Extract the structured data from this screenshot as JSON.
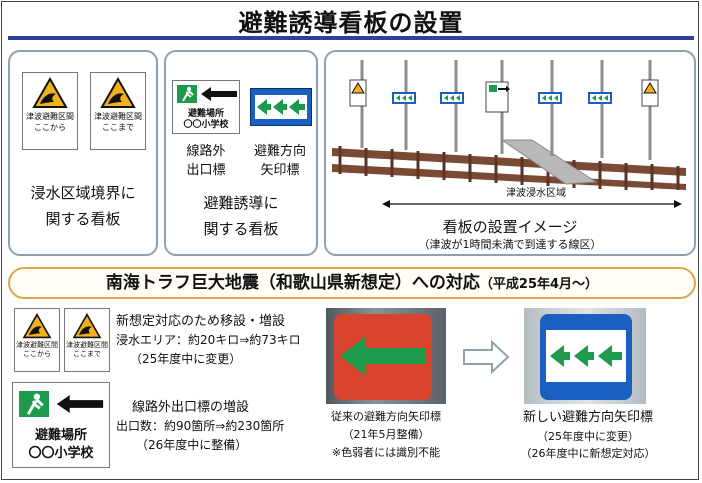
{
  "title": "避難誘導看板の設置",
  "panel1": {
    "sign1": {
      "line1": "津波避難区間",
      "line2": "ここから"
    },
    "sign2": {
      "line1": "津波避難区間",
      "line2": "ここまで"
    },
    "caption": [
      "浸水区域境界に",
      "関する看板"
    ]
  },
  "panel2": {
    "exit_sign": {
      "line1": "避難場所",
      "line2": "〇〇小学校"
    },
    "exit_label": [
      "線路外",
      "出口標"
    ],
    "arrow_label": [
      "避難方向",
      "矢印標"
    ],
    "caption": [
      "避難誘導に",
      "関する看板"
    ]
  },
  "panel3": {
    "zone_label": "津波浸水区域",
    "caption": "看板の設置イメージ",
    "subcaption": "（津波が1時間未満で到達する線区）"
  },
  "banner": {
    "main": "南海トラフ巨大地震（和歌山県新想定）への対応",
    "date": "（平成25年4月～）"
  },
  "bottom": {
    "sign1": {
      "line1": "津波避難区間",
      "line2": "ここから"
    },
    "sign2": {
      "line1": "津波避難区間",
      "line2": "ここまで"
    },
    "text1": [
      "新想定対応のため移設・増設",
      "浸水エリア：約20キロ⇒約73キロ",
      "（25年度中に変更）"
    ],
    "exit_sign": {
      "line1": "避難場所",
      "line2": "〇〇小学校"
    },
    "text2": [
      "線路外出口標の増設",
      "出口数：約90箇所⇒約230箇所",
      "（26年度中に整備）"
    ],
    "old_caption": [
      "従来の避難方向矢印標",
      "（21年5月整備）",
      "※色弱者には識別不能"
    ],
    "new_caption": [
      "新しい避難方向矢印標",
      "（25年度中に変更）",
      "（26年度中に新想定対応）"
    ]
  },
  "colors": {
    "title_bar": "#2e3f9c",
    "panel_border": "#8fa1ad",
    "banner_border": "#e0a64a",
    "arrow_green": "#1e9a4c",
    "board_blue": "#1b5fc0",
    "old_red": "#d9442e"
  }
}
